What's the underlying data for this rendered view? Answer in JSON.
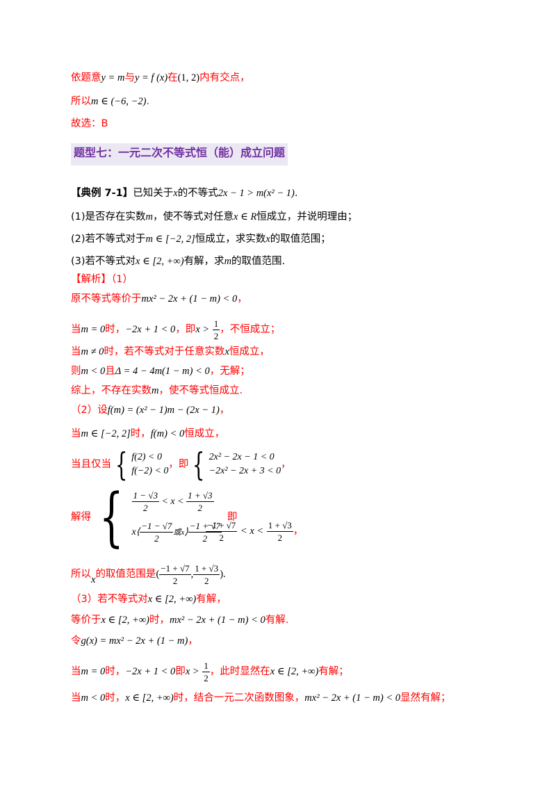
{
  "lines": {
    "l1_a": "依题意",
    "l1_math1": "y = m",
    "l1_b": "与",
    "l1_math2": "y = f (x)",
    "l1_c": "在",
    "l1_math3": "(1, 2)",
    "l1_d": "内有交点，",
    "l2_a": "所以",
    "l2_math": "m ∈ (−6, −2)",
    "l2_b": ".",
    "l3": "故选：B",
    "heading": "题型七：一元二次不等式恒（能）成立问题",
    "ex_label": "【典例 7-1】",
    "ex_a": "已知关于",
    "ex_x": "x",
    "ex_b": "的不等式",
    "ex_math": "2x − 1 > m(x² − 1)",
    "ex_end": ".",
    "q1_a": "(1)是否存在实数",
    "q1_m": "m",
    "q1_b": "，使不等式对任意",
    "q1_math": "x ∈ R",
    "q1_c": "恒成立，并说明理由；",
    "q2_a": "(2)若不等式对于",
    "q2_math": "m ∈ [−2, 2]",
    "q2_b": "恒成立，求实数",
    "q2_x": "x",
    "q2_c": "的取值范围；",
    "q3_a": "(3)若不等式对",
    "q3_math": "x ∈ [2, +∞)",
    "q3_b": "有解，求",
    "q3_m": "m",
    "q3_c": "的取值范围.",
    "sol_label": "【解析】（1）",
    "s1_a": "原不等式等价于",
    "s1_math": "mx² − 2x + (1 − m) < 0",
    "s1_b": "，",
    "s2_a": "当",
    "s2_m1": "m = 0",
    "s2_b": "时，",
    "s2_m2": "−2x + 1 < 0",
    "s2_c": "，即",
    "s2_m3": "x >",
    "s2_num": "1",
    "s2_den": "2",
    "s2_d": "，不恒成立；",
    "s3_a": "当",
    "s3_m": "m ≠ 0",
    "s3_b": "时，若不等式对于任意实数",
    "s3_x": "x",
    "s3_c": "恒成立，",
    "s4_a": "则",
    "s4_m1": "m < 0",
    "s4_b": "且",
    "s4_m2": "Δ = 4 − 4m(1 − m) < 0",
    "s4_c": "，无解；",
    "s5_a": "综上，不存在实数",
    "s5_m": "m",
    "s5_b": "，使不等式恒成立.",
    "p2_a": "（2）设",
    "p2_math": "f(m) = (x² − 1)m − (2x − 1)",
    "p2_b": "，",
    "p2b_a": "当",
    "p2b_math": "m ∈ [−2, 2]",
    "p2b_b": "时，",
    "p2b_m2": "f(m) < 0",
    "p2b_c": "恒成立，",
    "p2c_a": "当且仅当",
    "p2c_s1": "f(2) < 0",
    "p2c_s2": "f(−2) < 0",
    "p2c_b": "，即",
    "p2c_t1": "2x² − 2x − 1 < 0",
    "p2c_t2": "−2x² − 2x + 3 < 0",
    "p2c_c": "，",
    "p2d_a": "解得",
    "p2d_r1n": "1 − √3",
    "p2d_r1d": "2",
    "p2d_r1m": "< x <",
    "p2d_r1n2": "1 + √3",
    "p2d_r1d2": "2",
    "p2d_r2a": "x",
    "p2d_r2n": "−1 − √7",
    "p2d_r2d": "2",
    "p2d_r2or": "或x",
    "p2d_r2n2": "−1 + √7",
    "p2d_r2d2": "2",
    "p2d_b": "即",
    "p2d_f1n": "−1 + √7",
    "p2d_f1d": "2",
    "p2d_fm": "< x <",
    "p2d_f2n": "1 + √3",
    "p2d_f2d": "2",
    "p2d_c": "，",
    "p2e_a": "所以",
    "p2e_x": "x",
    "p2e_b": "的取值范围是",
    "p2e_l": "(",
    "p2e_n1": "−1 + √7",
    "p2e_d1": "2",
    "p2e_comma": ",",
    "p2e_n2": "1 + √3",
    "p2e_d2": "2",
    "p2e_r": ").",
    "p3_a": "（3）若不等式对",
    "p3_math": "x ∈ [2, +∞)",
    "p3_b": "有解，",
    "p3b_a": "等价于",
    "p3b_math": "x ∈ [2, +∞)",
    "p3b_b": "时，",
    "p3b_m2": "mx² − 2x + (1 − m) < 0",
    "p3b_c": "有解.",
    "p3c_a": "令",
    "p3c_math": "g(x) = mx² − 2x + (1 − m)",
    "p3c_b": "，",
    "p3d_a": "当",
    "p3d_m1": "m = 0",
    "p3d_b": "时，",
    "p3d_m2": "−2x + 1 < 0",
    "p3d_c": "即",
    "p3d_m3": "x >",
    "p3d_num": "1",
    "p3d_den": "2",
    "p3d_d": "，此时显然在",
    "p3d_m4": "x ∈ [2, +∞)",
    "p3d_e": "有解；",
    "p3e_a": "当",
    "p3e_m1": "m < 0",
    "p3e_b": "时，",
    "p3e_m2": "x ∈ [2, +∞)",
    "p3e_c": "时，结合一元二次函数图象，",
    "p3e_m3": "mx² − 2x + (1 − m) < 0",
    "p3e_d": "显然有解；"
  },
  "colors": {
    "answer": "#ff0000",
    "heading_text": "#7030a0",
    "heading_bg": "#ece8f3"
  }
}
